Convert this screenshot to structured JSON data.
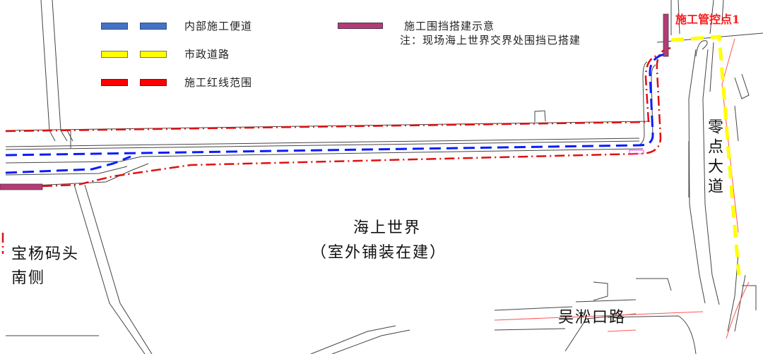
{
  "legend": {
    "items": [
      {
        "label": "内部施工便道",
        "color": "#4472c4",
        "style": "dashed"
      },
      {
        "label": "市政道路",
        "color": "#ffff00",
        "style": "dashed"
      },
      {
        "label": "施工红线范围",
        "color": "#ff0000",
        "style": "dashed"
      },
      {
        "label": "施工围挡搭建示意",
        "color": "#b33c72",
        "style": "solid"
      }
    ],
    "note": "注：现场海上世界交界处围挡已搭建"
  },
  "labels": {
    "control_point": "施工管控点1",
    "area_main_line1": "海上世界",
    "area_main_line2": "（室外铺装在建）",
    "area_left_line1": "宝杨码头",
    "area_left_line2": "南侧",
    "road_right": "零点大道",
    "road_bottom": "吴淞口路"
  },
  "colors": {
    "internal_road": "#0000ff",
    "municipal_road": "#ffff00",
    "red_line": "#e01010",
    "fence": "#b33c72",
    "base_lines": "#333333"
  }
}
